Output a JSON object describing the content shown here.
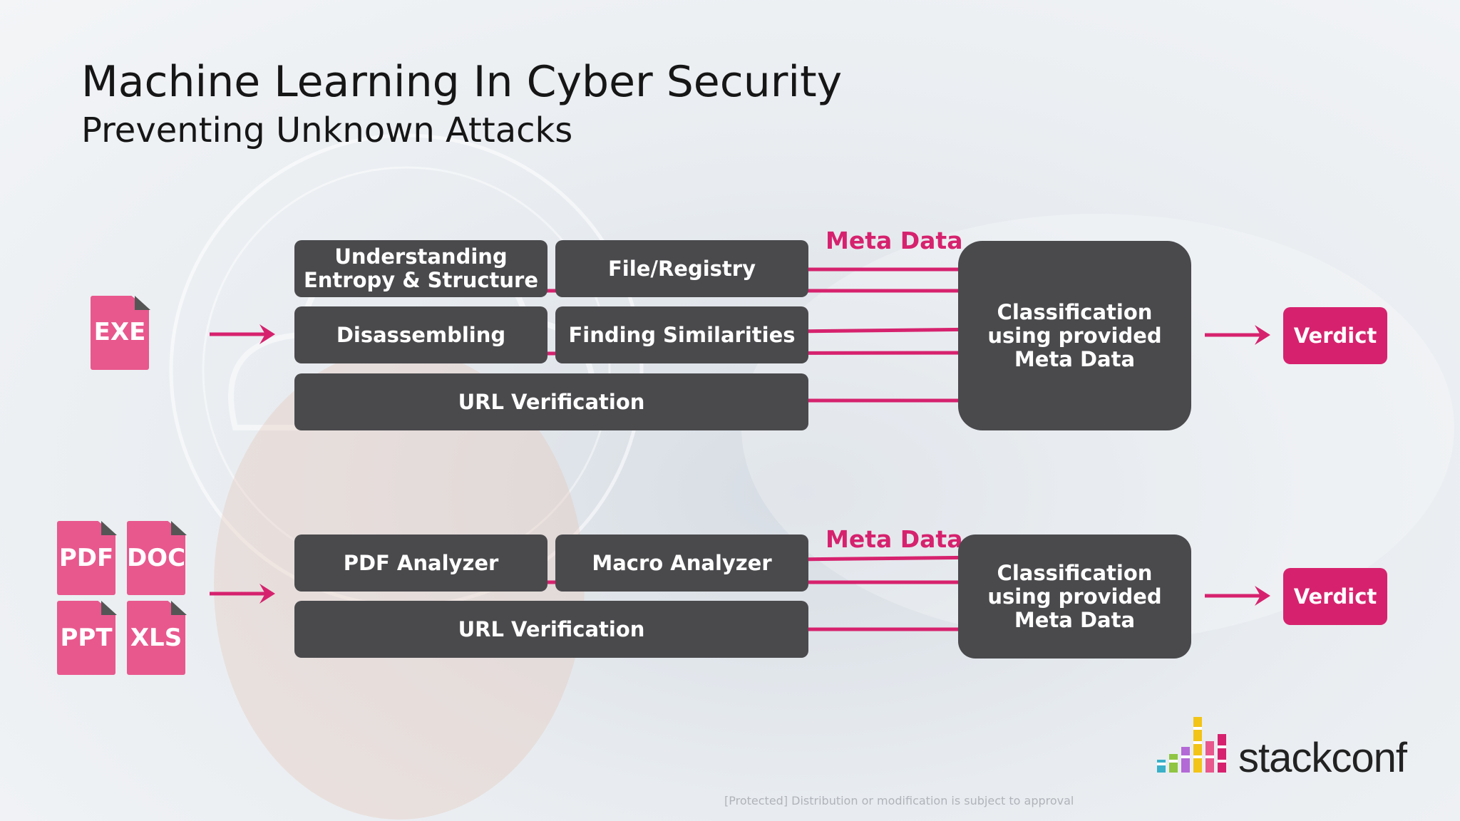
{
  "slide": {
    "title": "Machine Learning In Cyber Security",
    "subtitle": "Preventing Unknown Attacks",
    "footer": "[Protected] Distribution or modification is subject to approval"
  },
  "row1": {
    "input_files": [
      "EXE"
    ],
    "boxes": {
      "entropy": "Understanding\nEntropy & Structure",
      "file_registry": "File/Registry",
      "disassembling": "Disassembling",
      "similarities": "Finding Similarities",
      "url": "URL Verification"
    },
    "meta_label": "Meta Data",
    "classifier": "Classification\nusing provided\nMeta Data",
    "verdict": "Verdict"
  },
  "row2": {
    "input_files": [
      "PDF",
      "DOC",
      "PPT",
      "XLS"
    ],
    "boxes": {
      "pdf": "PDF Analyzer",
      "macro": "Macro Analyzer",
      "url": "URL Verification"
    },
    "meta_label": "Meta Data",
    "classifier": "Classification\nusing provided\nMeta Data",
    "verdict": "Verdict"
  },
  "logo": {
    "text": "stackconf"
  },
  "colors": {
    "accent": "#d6226e",
    "box": "#4a4a4d",
    "file_icon": "#e8588d"
  }
}
